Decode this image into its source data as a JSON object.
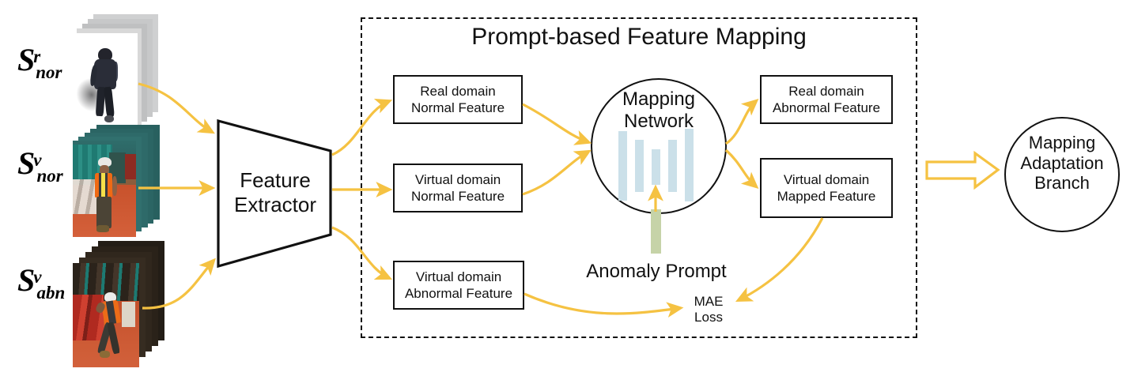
{
  "figure": {
    "title": "Prompt-based Feature Mapping",
    "accent_color": "#f5c242",
    "outline_color": "#111111",
    "background_color": "#ffffff"
  },
  "inputs": [
    {
      "name": "real-normal-samples",
      "symbol_base": "S",
      "symbol_sup": "r",
      "symbol_sub": "nor",
      "thumbnail_caption": "real-domain normal pedestrian surveillance clip stack"
    },
    {
      "name": "virtual-normal-samples",
      "symbol_base": "S",
      "symbol_sup": "v",
      "symbol_sub": "nor",
      "thumbnail_caption": "virtual-domain normal worker walking clip stack"
    },
    {
      "name": "virtual-abnormal-samples",
      "symbol_base": "S",
      "symbol_sup": "v",
      "symbol_sub": "abn",
      "thumbnail_caption": "virtual-domain abnormal worker bending clip stack"
    }
  ],
  "feature_extractor": {
    "line1": "Feature",
    "line2": "Extractor"
  },
  "feature_boxes": {
    "real_normal": {
      "line1": "Real domain",
      "line2": "Normal Feature"
    },
    "virtual_normal": {
      "line1": "Virtual domain",
      "line2": "Normal Feature"
    },
    "virtual_abnormal": {
      "line1": "Virtual domain",
      "line2": "Abnormal Feature"
    },
    "real_abnormal": {
      "line1": "Real domain",
      "line2": "Abnormal Feature"
    },
    "virtual_mapped": {
      "line1": "Virtual domain",
      "line2": "Mapped Feature"
    }
  },
  "mapping_network": {
    "line1": "Mapping",
    "line2": "Network",
    "bar_color": "#cbe0e9",
    "bar_count": 5
  },
  "anomaly_prompt": {
    "label": "Anomaly Prompt",
    "color": "#c6d3a8"
  },
  "loss": {
    "line1": "MAE",
    "line2": "Loss"
  },
  "output_branch": {
    "line1": "Mapping",
    "line2": "Adaptation",
    "line3": "Branch"
  }
}
